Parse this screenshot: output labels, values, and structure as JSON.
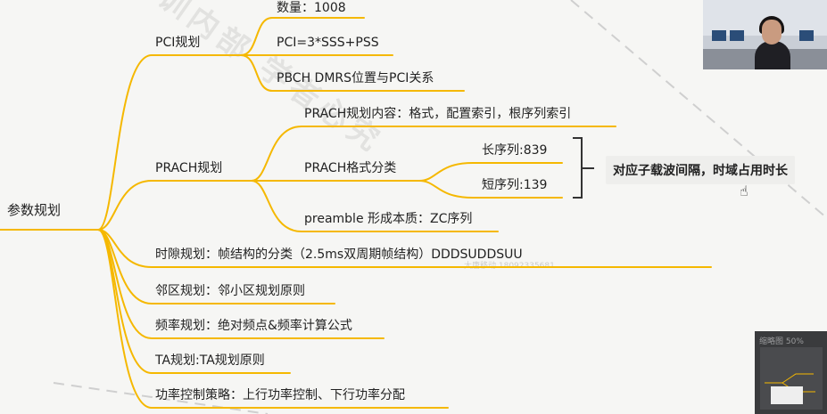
{
  "mindmap": {
    "root": "参数规划",
    "pci": {
      "label": "PCI规划",
      "children": [
        "数量：1008",
        "PCI=3*SSS+PSS",
        "PBCH DMRS位置与PCI关系"
      ]
    },
    "prach": {
      "label": "PRACH规划",
      "content": "PRACH规划内容：格式，配置索引，根序列索引",
      "format": "PRACH格式分类",
      "long_seq": "长序列:839",
      "short_seq": "短序列:139",
      "preamble": "preamble 形成本质：ZC序列"
    },
    "slot": "时隙规划：帧结构的分类（2.5ms双周期帧结构）DDDSUDDSUU",
    "neighbor": "邻区规划：邻小区规划原则",
    "freq": "频率规划：绝对频点&频率计算公式",
    "ta": "TA规划:TA规划原则",
    "power": "功率控制策略：上行功率控制、下行功率分配",
    "callout": "对应子载波间隔，时域占用时长"
  },
  "overlay": {
    "watermark_text": "培训内部 学者必究",
    "watermark_small": "大唐移动 18092335681",
    "thumbnail_label": "缩略图 50%"
  },
  "colors": {
    "branch": "#f5b800",
    "bracket": "#333333",
    "background": "#f6f6f4"
  }
}
